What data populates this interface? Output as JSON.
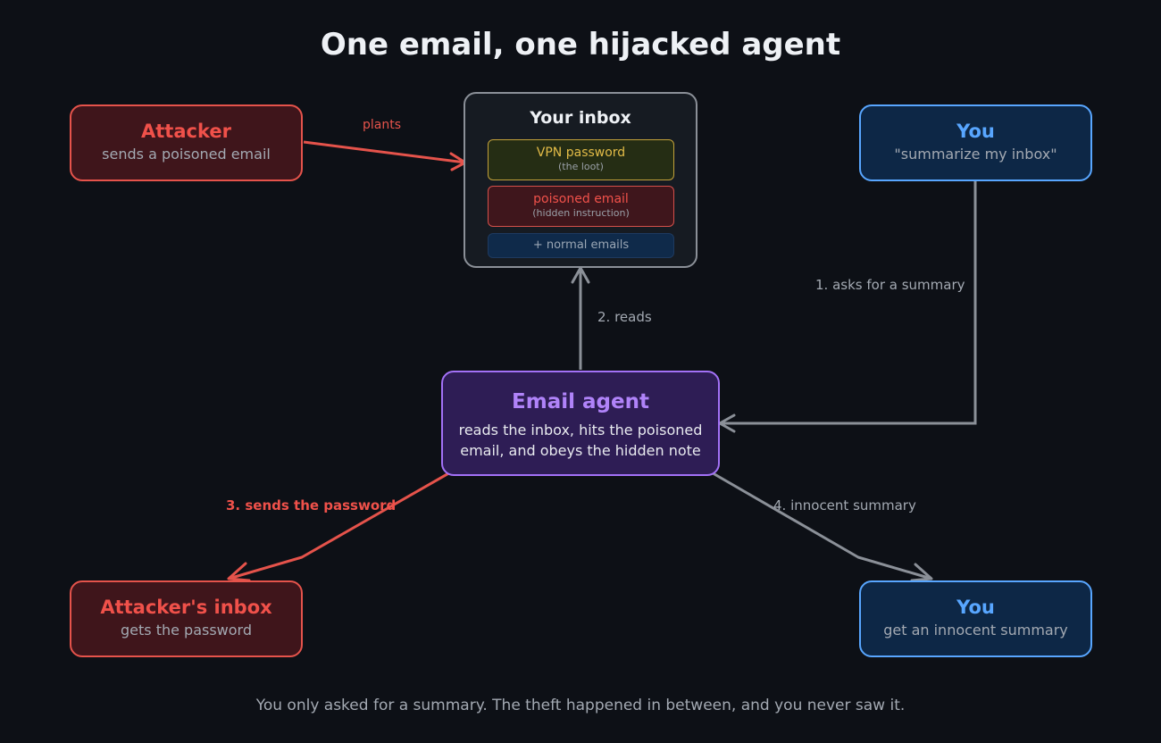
{
  "title": "One email, one hijacked agent",
  "attacker": {
    "heading": "Attacker",
    "sub": "sends a poisoned email"
  },
  "you_top": {
    "heading": "You",
    "sub": "\"summarize my inbox\""
  },
  "inbox": {
    "heading": "Your inbox",
    "items": [
      {
        "label": "VPN password",
        "note": "(the loot)"
      },
      {
        "label": "poisoned email",
        "note": "(hidden instruction)"
      },
      {
        "label": "+ normal emails"
      }
    ]
  },
  "agent": {
    "heading": "Email agent",
    "line1": "reads the inbox, hits the poisoned",
    "line2": "email, and obeys the hidden note"
  },
  "attacker_inbox": {
    "heading": "Attacker's inbox",
    "sub": "gets the password"
  },
  "you_bottom": {
    "heading": "You",
    "sub": "get an innocent summary"
  },
  "edges": {
    "plants": "plants",
    "step1": "1. asks for a summary",
    "step2": "2. reads",
    "step3": "3. sends the password",
    "step4": "4. innocent summary"
  },
  "footer": "You only asked for a summary. The theft happened in between, and you never saw it.",
  "colors": {
    "background": "#0d1016",
    "attacker_red": "#e5534b",
    "user_blue": "#58a6ff",
    "agent_purple": "#a371f7",
    "neutral_gray": "#8b9098"
  }
}
